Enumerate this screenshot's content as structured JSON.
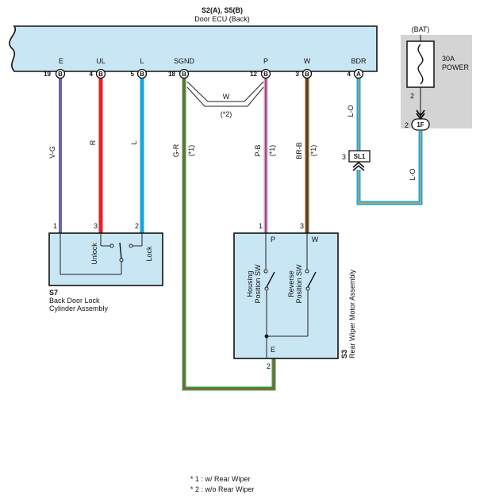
{
  "ecu": {
    "title": "S2(A), S5(B)",
    "subtitle": "Door ECU (Back)",
    "terminals": [
      {
        "label": "E",
        "pin": "19",
        "conn": "B"
      },
      {
        "label": "UL",
        "pin": "4",
        "conn": "B"
      },
      {
        "label": "L",
        "pin": "5",
        "conn": "B"
      },
      {
        "label": "SGND",
        "pin": "18",
        "conn": "B"
      },
      {
        "label": "P",
        "pin": "12",
        "conn": "B"
      },
      {
        "label": "W",
        "pin": "3",
        "conn": "B"
      },
      {
        "label": "BDR",
        "pin": "4",
        "conn": "A"
      }
    ]
  },
  "wires": {
    "e": "V-G",
    "ul": "R",
    "l": "L",
    "sgnd": "G-R",
    "sgnd_note": "(*1)",
    "p": "P-B",
    "p_note": "(*1)",
    "w": "BR-B",
    "w_note": "(*1)",
    "bridge": "W",
    "bridge_note": "(*2)",
    "bdr": "L-O",
    "bat": "L-O"
  },
  "battery": {
    "label": "(BAT)",
    "fuse_rating": "30A",
    "fuse_name": "POWER",
    "pin": "2",
    "conn_pin": "2",
    "conn": "1F"
  },
  "splice": {
    "pin": "3",
    "name": "SL1"
  },
  "lock": {
    "id": "S7",
    "name_line1": "Back Door Lock",
    "name_line2": "Cylinder Assembly",
    "pins": [
      "1",
      "3",
      "2"
    ],
    "unlock": "Unlock",
    "lock": "Lock"
  },
  "motor": {
    "id": "S3",
    "name": "Rear Wiper Motor Assembly",
    "pin_p": "1",
    "pin_w": "3",
    "pin_e": "2",
    "term_p": "P",
    "term_w": "W",
    "term_e": "E",
    "sw1_line1": "Housing",
    "sw1_line2": "Position SW",
    "sw2_line1": "Reverse",
    "sw2_line2": "Position SW"
  },
  "notes": [
    "* 1 : w/ Rear Wiper",
    "* 2 : w/o Rear Wiper"
  ],
  "colors": {
    "ecu_fill": "#c9e6f5",
    "wire_red": "#e8202a",
    "wire_blue": "#1aa3e0",
    "wire_violet": "#7b57b5",
    "wire_green": "#2aa34a",
    "wire_pink": "#e792c8",
    "wire_brown": "#8b5a2b",
    "wire_orange": "#f4a640",
    "fuse_box": "#d4d4d4"
  }
}
